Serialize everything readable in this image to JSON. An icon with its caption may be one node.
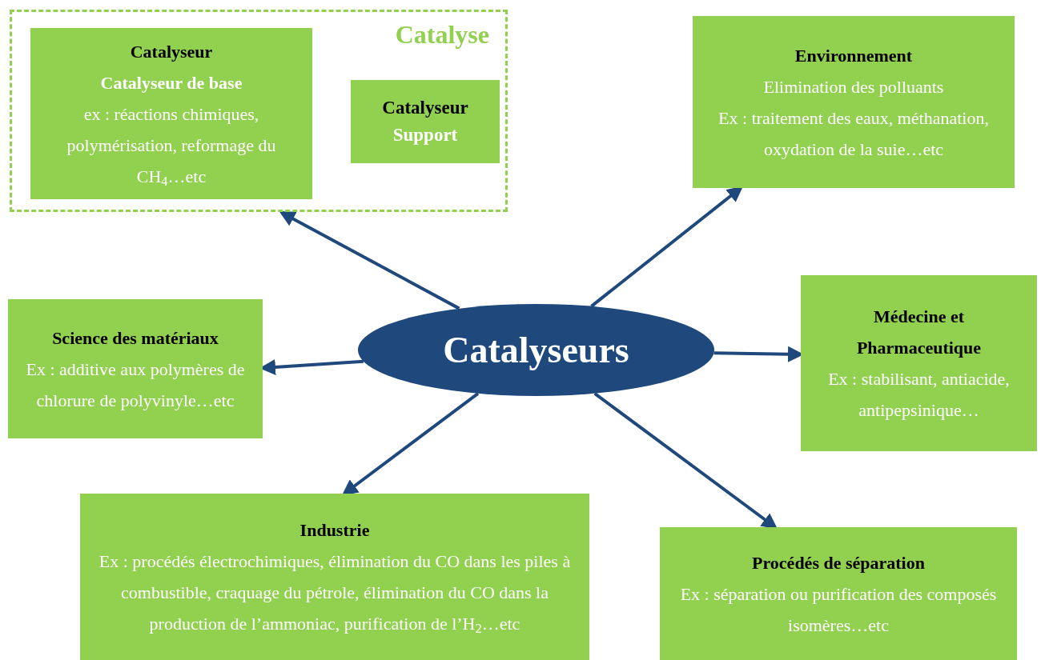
{
  "diagram": {
    "nodes": [
      {
        "text": [
          "Catalyse"
        ]
      },
      {
        "text": [
          "Catalyseur",
          "Catalyseur de base",
          "ex : réactions chimiques, polymérisation, reformage du CH$_{4}$…etc"
        ],
        "in": 0
      },
      {
        "text": [
          "Catalyseur",
          "Support"
        ],
        "in": 0
      },
      {
        "text": [
          "Environnement",
          "Elimination des polluants",
          "Ex : traitement des eaux, méthanation, oxydation de la suie…etc"
        ]
      },
      {
        "text": [
          "Catalyseurs"
        ]
      },
      {
        "text": [
          "Science des matériaux",
          "Ex : additive aux polymères de chlorure de polyvinyle…etc"
        ]
      },
      {
        "text": [
          "Médecine et Pharmaceutique",
          "Ex : stabilisant, antiacide, antipepsinique…"
        ]
      },
      {
        "text": [
          "Industrie",
          "Ex : procédés électrochimiques, élimination du CO dans les piles à combustible, craquage du pétrole, élimination du CO dans la production de l’ammoniac, purification de l’H$_{2}$…etc"
        ]
      },
      {
        "text": [
          "Procédés de séparation",
          "Ex : séparation ou purification des composés isomères…etc"
        ]
      }
    ],
    "edges": [
      {
        "from": 4,
        "to": 0,
        "arrow": "to"
      },
      {
        "from": 4,
        "to": 3,
        "arrow": "to"
      },
      {
        "from": 4,
        "to": 5,
        "arrow": "to"
      },
      {
        "from": 4,
        "to": 6,
        "arrow": "to"
      },
      {
        "from": 4,
        "to": 7,
        "arrow": "to"
      },
      {
        "from": 4,
        "to": 8,
        "arrow": "to"
      }
    ]
  }
}
